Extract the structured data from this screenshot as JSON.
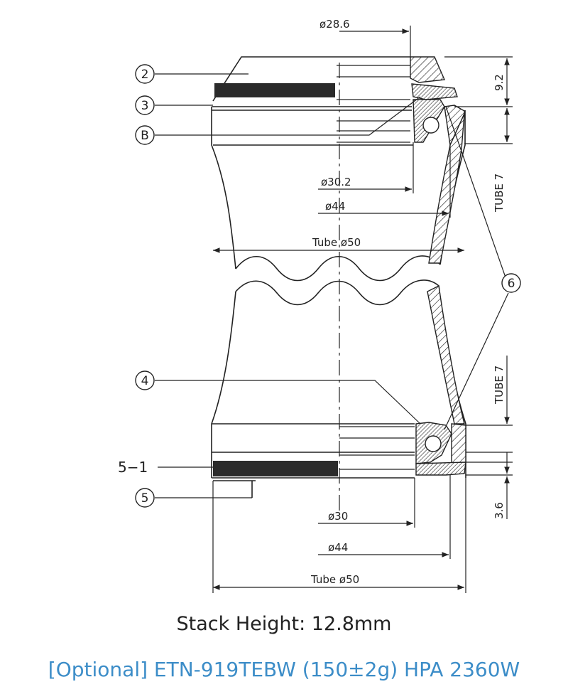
{
  "dimensions": {
    "top_steerer": "ø28.6",
    "top_height": "9.2",
    "top_bore": "ø30.2",
    "top_bearing_od": "ø44",
    "top_tube_od": "Tube ø50",
    "top_tube_length": "TUBE 7",
    "bottom_tube_length": "TUBE 7",
    "bottom_bore": "ø30",
    "bottom_bearing_od": "ø44",
    "bottom_tube_od": "Tube ø50",
    "bottom_height": "3.6"
  },
  "callouts": {
    "c2": "2",
    "c3": "3",
    "cB": "B",
    "c4": "4",
    "c5_1": "5−1",
    "c5": "5",
    "c6": "6"
  },
  "caption": {
    "stack_height": "Stack Height: 12.8mm",
    "optional": "[Optional] ETN-919TEBW (150±2g) HPA 2360W"
  },
  "colors": {
    "line": "#222222",
    "caption_blue": "#3c8dc8"
  }
}
